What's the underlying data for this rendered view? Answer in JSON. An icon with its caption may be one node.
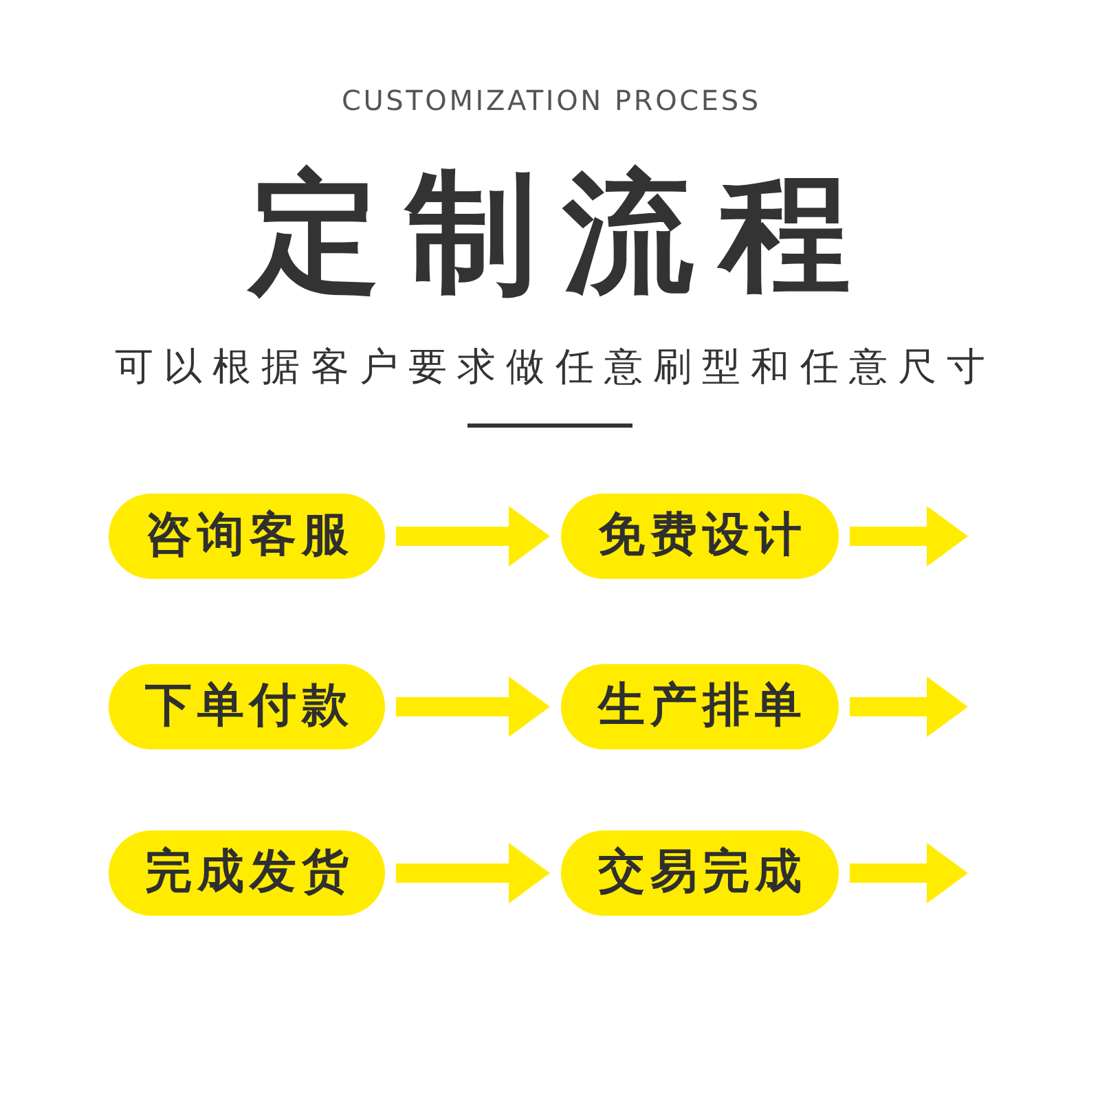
{
  "diagram": {
    "title": "定制流程",
    "nodes": [
      {
        "text": [
          "咨询客服"
        ]
      },
      {
        "text": [
          "免费设计"
        ]
      },
      {
        "text": [
          "下单付款"
        ]
      },
      {
        "text": [
          "生产排单"
        ]
      },
      {
        "text": [
          "完成发货"
        ]
      },
      {
        "text": [
          "交易完成"
        ]
      }
    ],
    "edges": [
      {
        "from": 0,
        "to": 1,
        "arrow": "to"
      },
      {
        "from": 1,
        "to": null,
        "arrow": "to"
      },
      {
        "from": 2,
        "to": 3,
        "arrow": "to"
      },
      {
        "from": 3,
        "to": null,
        "arrow": "to"
      },
      {
        "from": 4,
        "to": 5,
        "arrow": "to"
      },
      {
        "from": 5,
        "to": null,
        "arrow": "to"
      }
    ],
    "labels": [
      "CUSTOMIZATION PROCESS",
      "可以根据客户要求做任意刷型和任意尺寸"
    ]
  }
}
